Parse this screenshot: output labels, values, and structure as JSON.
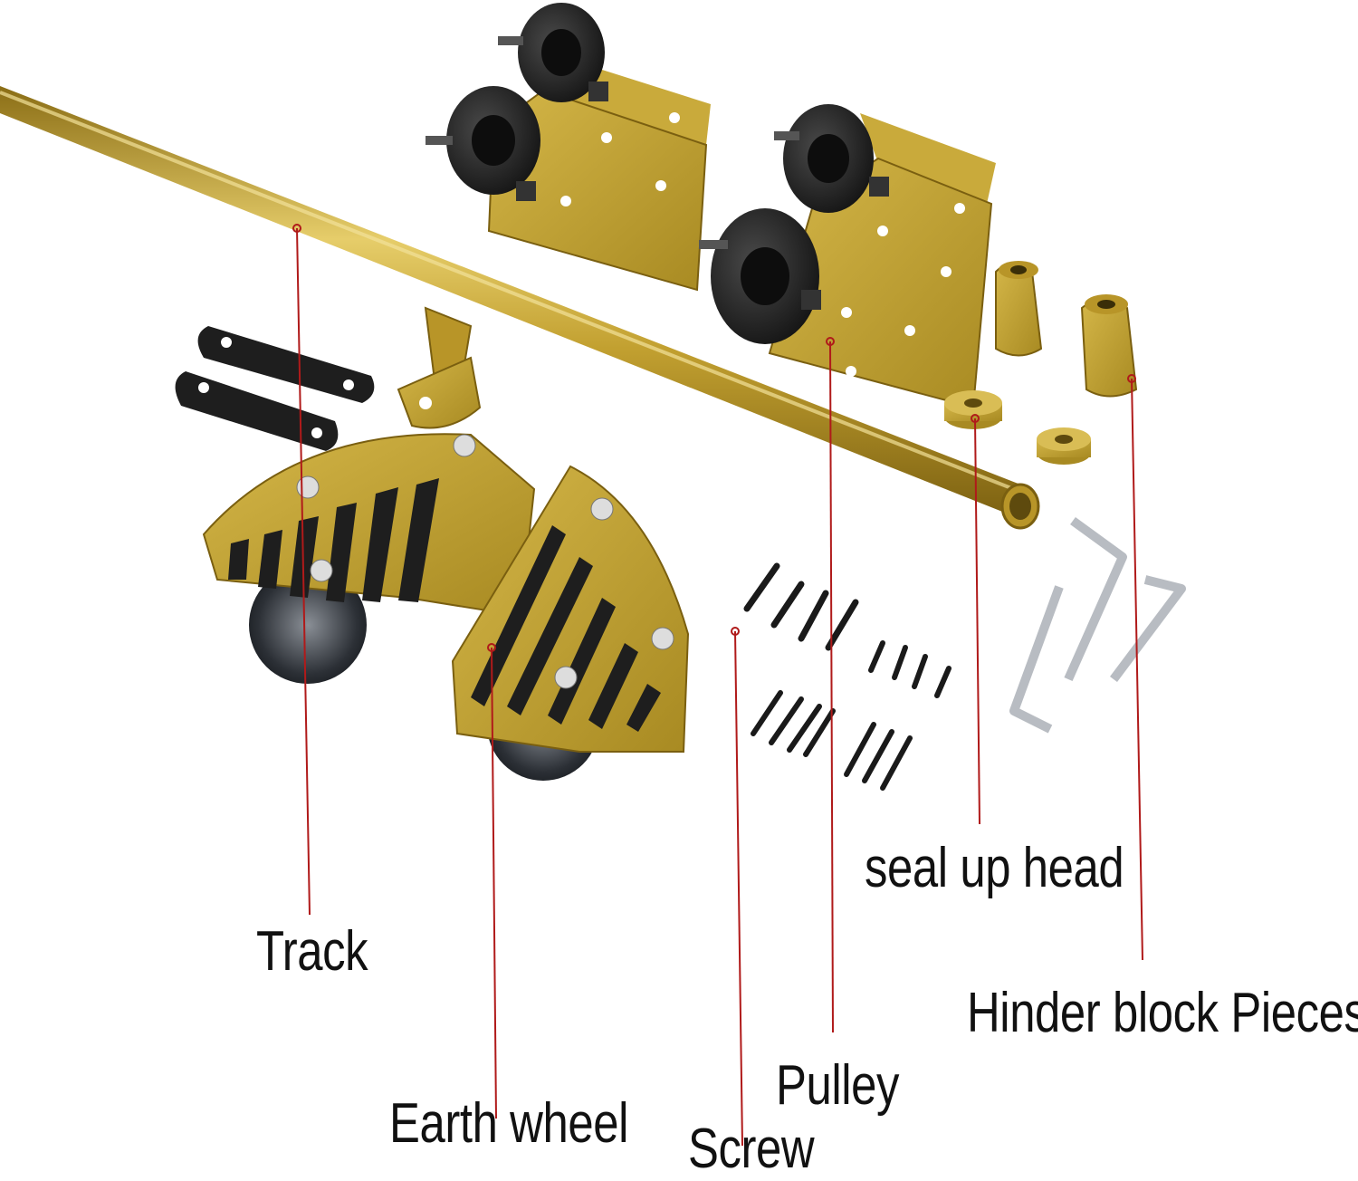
{
  "labels": {
    "track": "Track",
    "earth_wheel": "Earth wheel",
    "screw": "Screw",
    "pulley": "Pulley",
    "seal_up_head": "seal up head",
    "hinder_block_pieces": "Hinder block Pieces"
  },
  "colors": {
    "gold": "#c2a030",
    "gold_dark": "#8a6d15",
    "gold_light": "#e6cd6a",
    "rubber": "#1c1c1c",
    "leader_line": "#b01a1a",
    "text": "#111111"
  }
}
